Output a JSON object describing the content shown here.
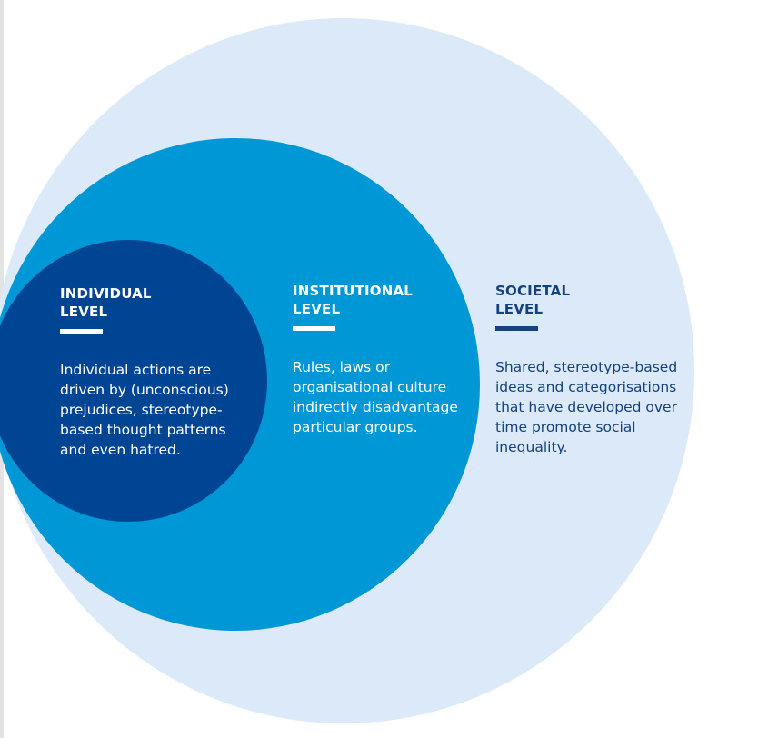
{
  "colors": {
    "societal_circle": "#dce9f8",
    "institutional_circle": "#0097d6",
    "individual_circle": "#004593",
    "text_light": "#ffffff",
    "text_dark": "#13427e"
  },
  "levels": {
    "individual": {
      "heading_lines": [
        "INDIVIDUAL",
        "LEVEL"
      ],
      "description_lines": [
        "Individual actions are",
        "driven by (unconscious)",
        "prejudices, stereotype-",
        "based thought patterns",
        "and even hatred."
      ]
    },
    "institutional": {
      "heading_lines": [
        "INSTITUTIONAL",
        "LEVEL"
      ],
      "description_lines": [
        "Rules, laws or",
        "organisational culture",
        "indirectly disadvantage",
        "particular groups."
      ]
    },
    "societal": {
      "heading_lines": [
        "SOCIETAL",
        "LEVEL"
      ],
      "description_lines": [
        "Shared, stereotype-based",
        "ideas and categorisations",
        "that have developed over",
        "time promote social",
        "inequality."
      ]
    }
  }
}
